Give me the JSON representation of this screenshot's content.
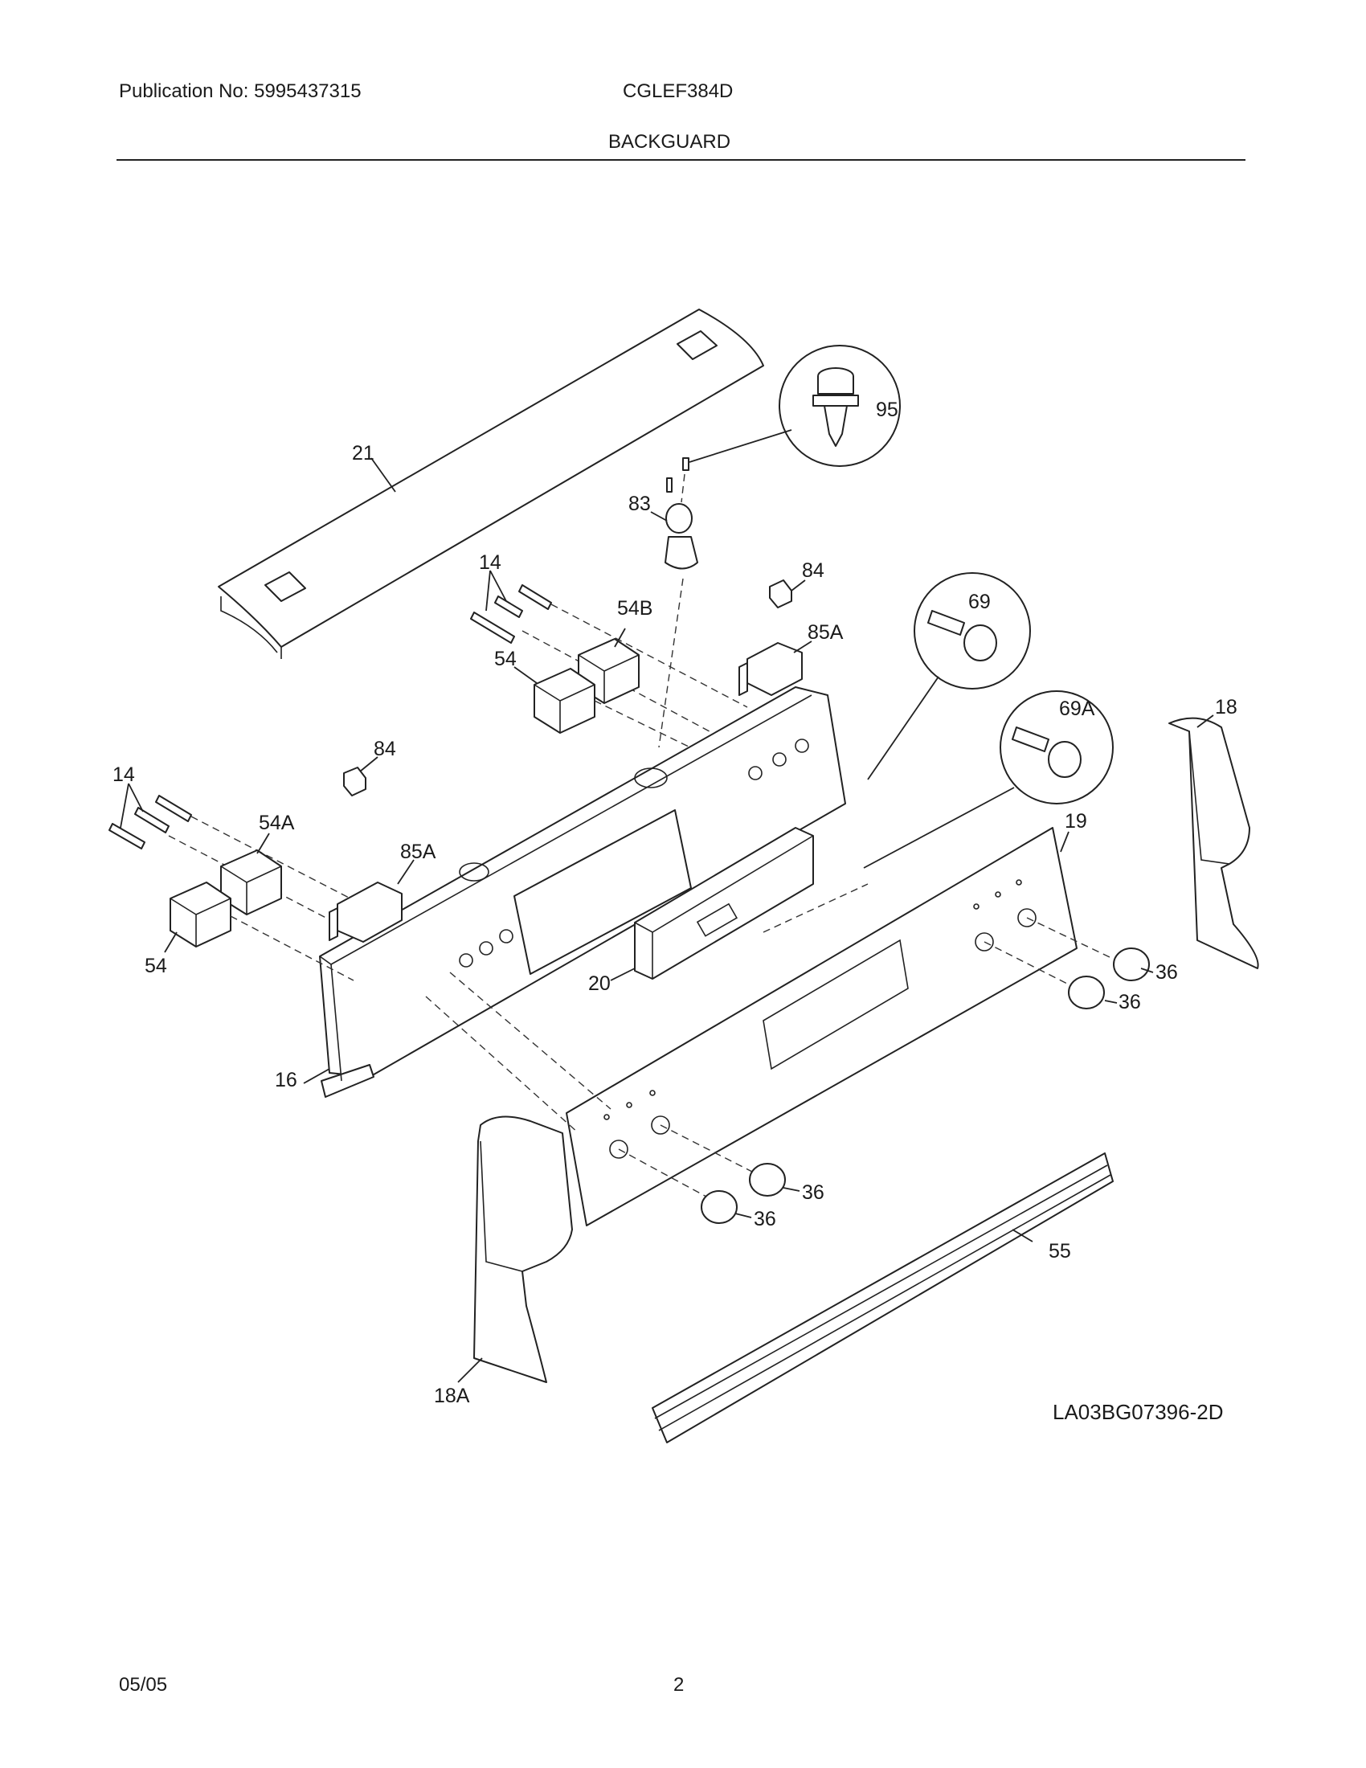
{
  "header": {
    "publication": "Publication No: 5995437315",
    "model": "CGLEF384D",
    "section": "BACKGUARD"
  },
  "diagram": {
    "code": "LA03BG07396-2D",
    "callouts": {
      "p21": "21",
      "p95": "95",
      "p83": "83",
      "p14a": "14",
      "p84a": "84",
      "p54b": "54B",
      "p85a_a": "85A",
      "p54_a": "54",
      "p69": "69",
      "p69a": "69A",
      "p18": "18",
      "p84b": "84",
      "p14b": "14",
      "p54a": "54A",
      "p85a_b": "85A",
      "p19": "19",
      "p54_b": "54",
      "p20": "20",
      "p36_a": "36",
      "p36_b": "36",
      "p16": "16",
      "p36_c": "36",
      "p36_d": "36",
      "p55": "55",
      "p18a": "18A"
    }
  },
  "footer": {
    "date": "05/05",
    "page": "2"
  }
}
